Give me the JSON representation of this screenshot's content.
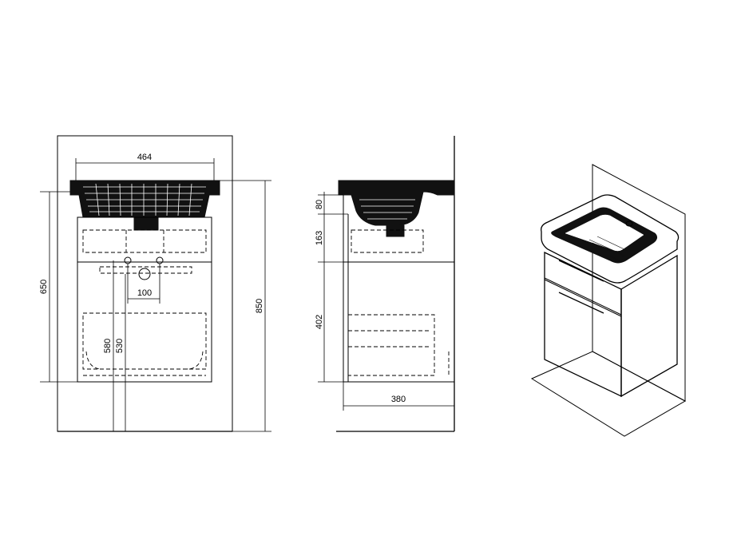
{
  "front_view": {
    "dim_width_top": "464",
    "dim_height_left": "650",
    "dim_height_right": "850",
    "dim_drain_spacing": "100",
    "dim_drain_height_1": "580",
    "dim_drain_height_2": "530"
  },
  "side_view": {
    "dim_basin_height": "80",
    "dim_drawer_top": "163",
    "dim_drawer_bottom": "402",
    "dim_depth": "380"
  },
  "colors": {
    "line": "#000000",
    "fill_dark": "#111111",
    "background": "#ffffff"
  }
}
